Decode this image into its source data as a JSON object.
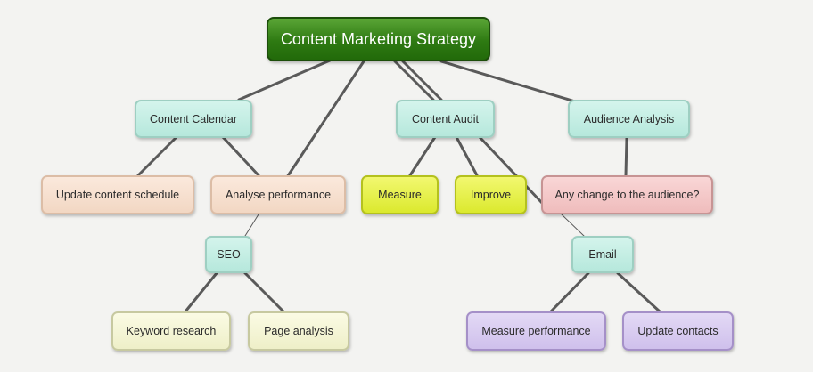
{
  "diagram": {
    "root": "Content Marketing Strategy",
    "nodes": {
      "content_calendar": "Content Calendar",
      "content_audit": "Content Audit",
      "audience_analysis": "Audience Analysis",
      "update_schedule": "Update content schedule",
      "analyse_performance": "Analyse performance",
      "measure": "Measure",
      "improve": "Improve",
      "audience_change": "Any change to the audience?",
      "seo": "SEO",
      "email": "Email",
      "keyword_research": "Keyword research",
      "page_analysis": "Page analysis",
      "measure_performance": "Measure performance",
      "update_contacts": "Update contacts"
    },
    "edges": [
      [
        "root",
        "content_calendar"
      ],
      [
        "root",
        "analyse_performance"
      ],
      [
        "root",
        "content_audit"
      ],
      [
        "root",
        "audience_analysis"
      ],
      [
        "content_calendar",
        "update_schedule"
      ],
      [
        "content_calendar",
        "analyse_performance"
      ],
      [
        "content_audit",
        "measure"
      ],
      [
        "content_audit",
        "improve"
      ],
      [
        "content_audit",
        "audience_change"
      ],
      [
        "audience_analysis",
        "audience_change"
      ],
      [
        "analyse_performance",
        "seo"
      ],
      [
        "audience_change",
        "email"
      ],
      [
        "seo",
        "keyword_research"
      ],
      [
        "seo",
        "page_analysis"
      ],
      [
        "email",
        "measure_performance"
      ],
      [
        "email",
        "update_contacts"
      ]
    ]
  }
}
